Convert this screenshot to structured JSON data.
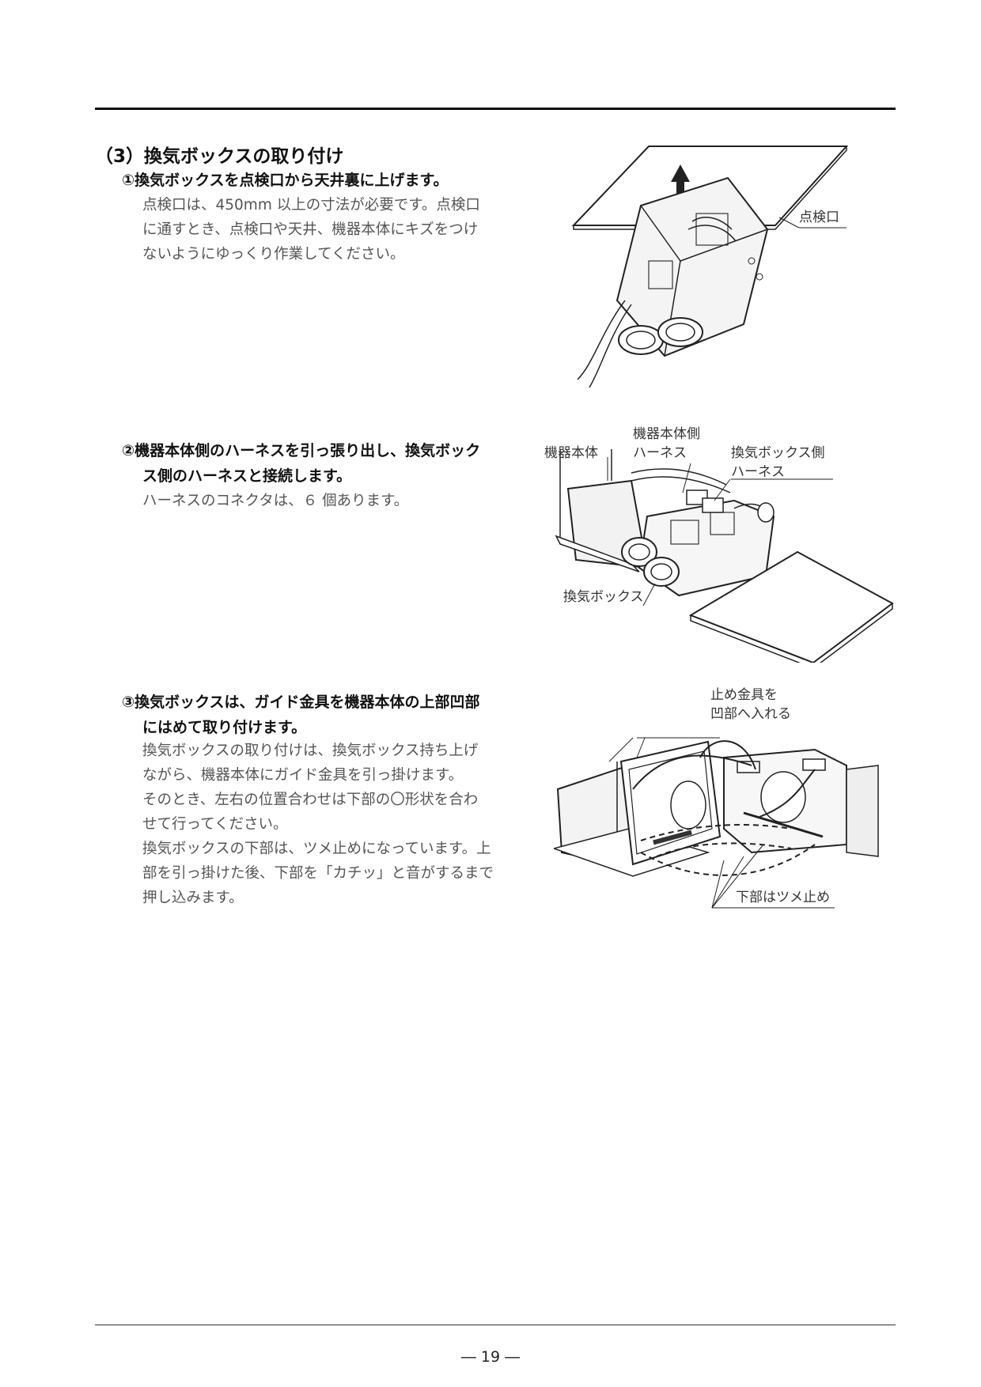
{
  "section": {
    "title": "（3）換気ボックスの取り付け"
  },
  "steps": [
    {
      "title_lines": [
        "①換気ボックスを点検口から天井裏に上げます。"
      ],
      "body_lines": [
        "点検口は、450mm 以上の寸法が必要です。点検口",
        "に通すとき、点検口や天井、機器本体にキズをつけ",
        "ないようにゆっくり作業してください。"
      ],
      "figure_labels": [
        "点検口"
      ]
    },
    {
      "title_lines": [
        "②機器本体側のハーネスを引っ張り出し、換気ボック",
        "ス側のハーネスと接続します。"
      ],
      "body_lines": [
        "ハーネスのコネクタは、６ 個あります。"
      ],
      "figure_labels": [
        "機器本体",
        "機器本体側",
        "ハーネス",
        "換気ボックス側",
        "ハーネス",
        "換気ボックス"
      ]
    },
    {
      "title_lines": [
        "③換気ボックスは、ガイド金具を機器本体の上部凹部",
        "にはめて取り付けます。"
      ],
      "body_lines": [
        "換気ボックスの取り付けは、換気ボックス持ち上げ",
        "ながら、機器本体にガイド金具を引っ掛けます。",
        "そのとき、左右の位置合わせは下部の〇形状を合わ",
        "せて行ってください。",
        "換気ボックスの下部は、ツメ止めになっています。上",
        "部を引っ掛けた後、下部を「カチッ」と音がするまで",
        "押し込みます。"
      ],
      "figure_labels": [
        "止め金具を",
        "凹部へ入れる",
        "下部はツメ止め"
      ]
    }
  ],
  "footer": {
    "page_number": "― 19 ―"
  }
}
